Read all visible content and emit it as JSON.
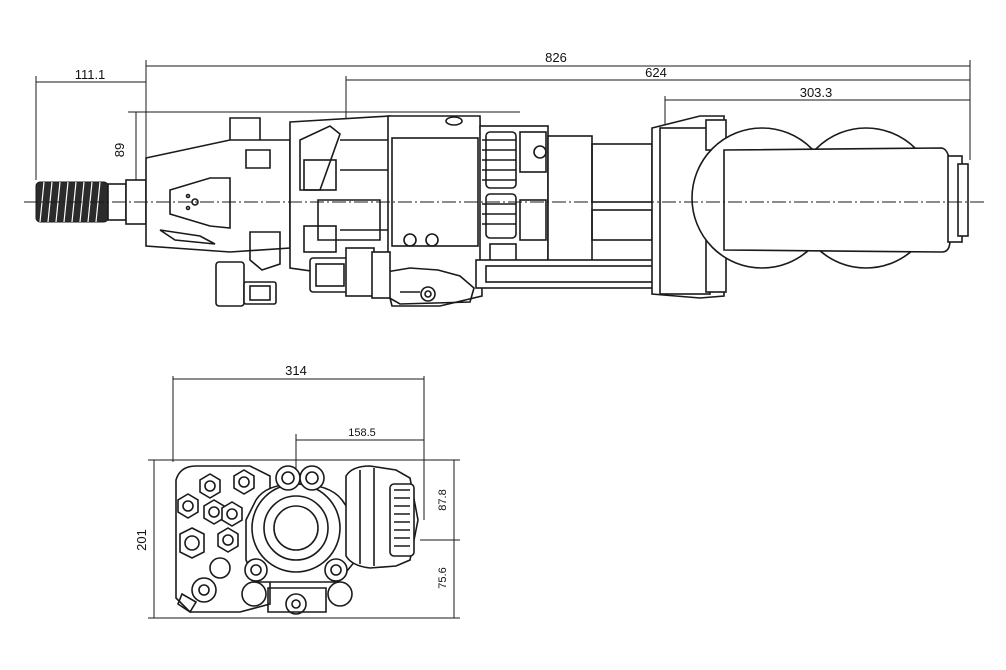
{
  "dimensions": {
    "total_length": "826",
    "body_length": "624",
    "motor_length": "303.3",
    "shank_length": "111.1",
    "height_offset": "89",
    "end_width": "314",
    "center_offset": "158.5",
    "end_height": "201",
    "upper_offset": "87.8",
    "lower_offset": "75.6"
  }
}
